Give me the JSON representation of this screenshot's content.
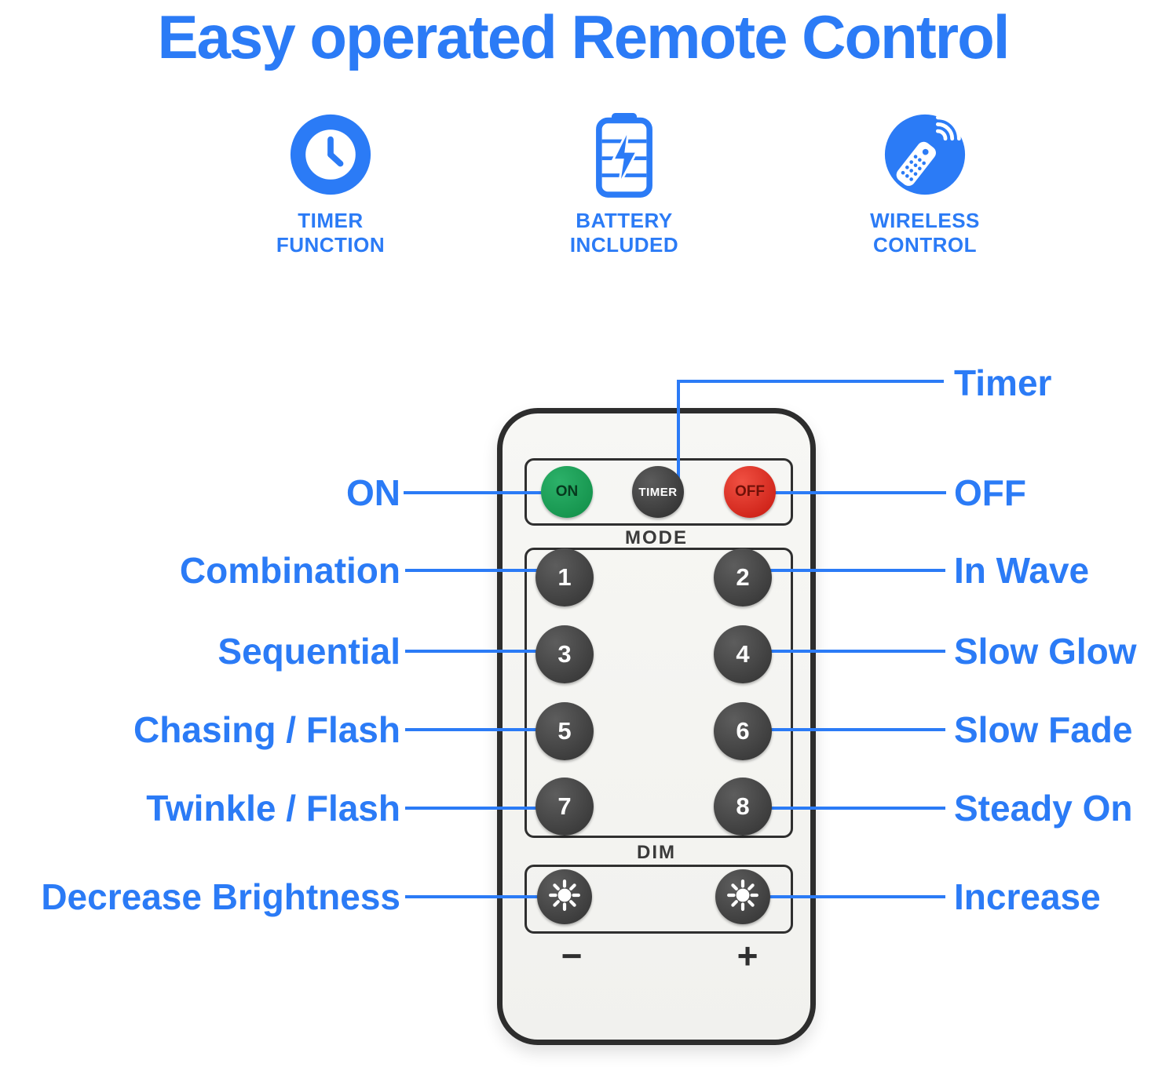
{
  "title": "Easy operated Remote Control",
  "features": [
    {
      "icon": "clock-icon",
      "line1": "TIMER",
      "line2": "FUNCTION"
    },
    {
      "icon": "battery-icon",
      "line1": "BATTERY",
      "line2": "INCLUDED"
    },
    {
      "icon": "wireless-remote-icon",
      "line1": "WIRELESS",
      "line2": "CONTROL"
    }
  ],
  "remote": {
    "power": {
      "on": "ON",
      "timer": "TIMER",
      "off": "OFF"
    },
    "mode_label": "MODE",
    "modes": [
      "1",
      "2",
      "3",
      "4",
      "5",
      "6",
      "7",
      "8"
    ],
    "dim_label": "DIM",
    "decrease_symbol": "−",
    "increase_symbol": "+"
  },
  "annotations": {
    "timer": "Timer",
    "on": "ON",
    "off": "OFF",
    "left": [
      "Combination",
      "Sequential",
      "Chasing / Flash",
      "Twinkle / Flash",
      "Decrease Brightness"
    ],
    "right": [
      "In Wave",
      "Slow Glow",
      "Slow Fade",
      "Steady On",
      "Increase"
    ]
  },
  "colors": {
    "accent_blue": "#2B7BF6",
    "green_button": "#17A054",
    "red_button": "#E02317",
    "dark_button": "#3B3B3B",
    "remote_body": "#F6F6F3"
  }
}
